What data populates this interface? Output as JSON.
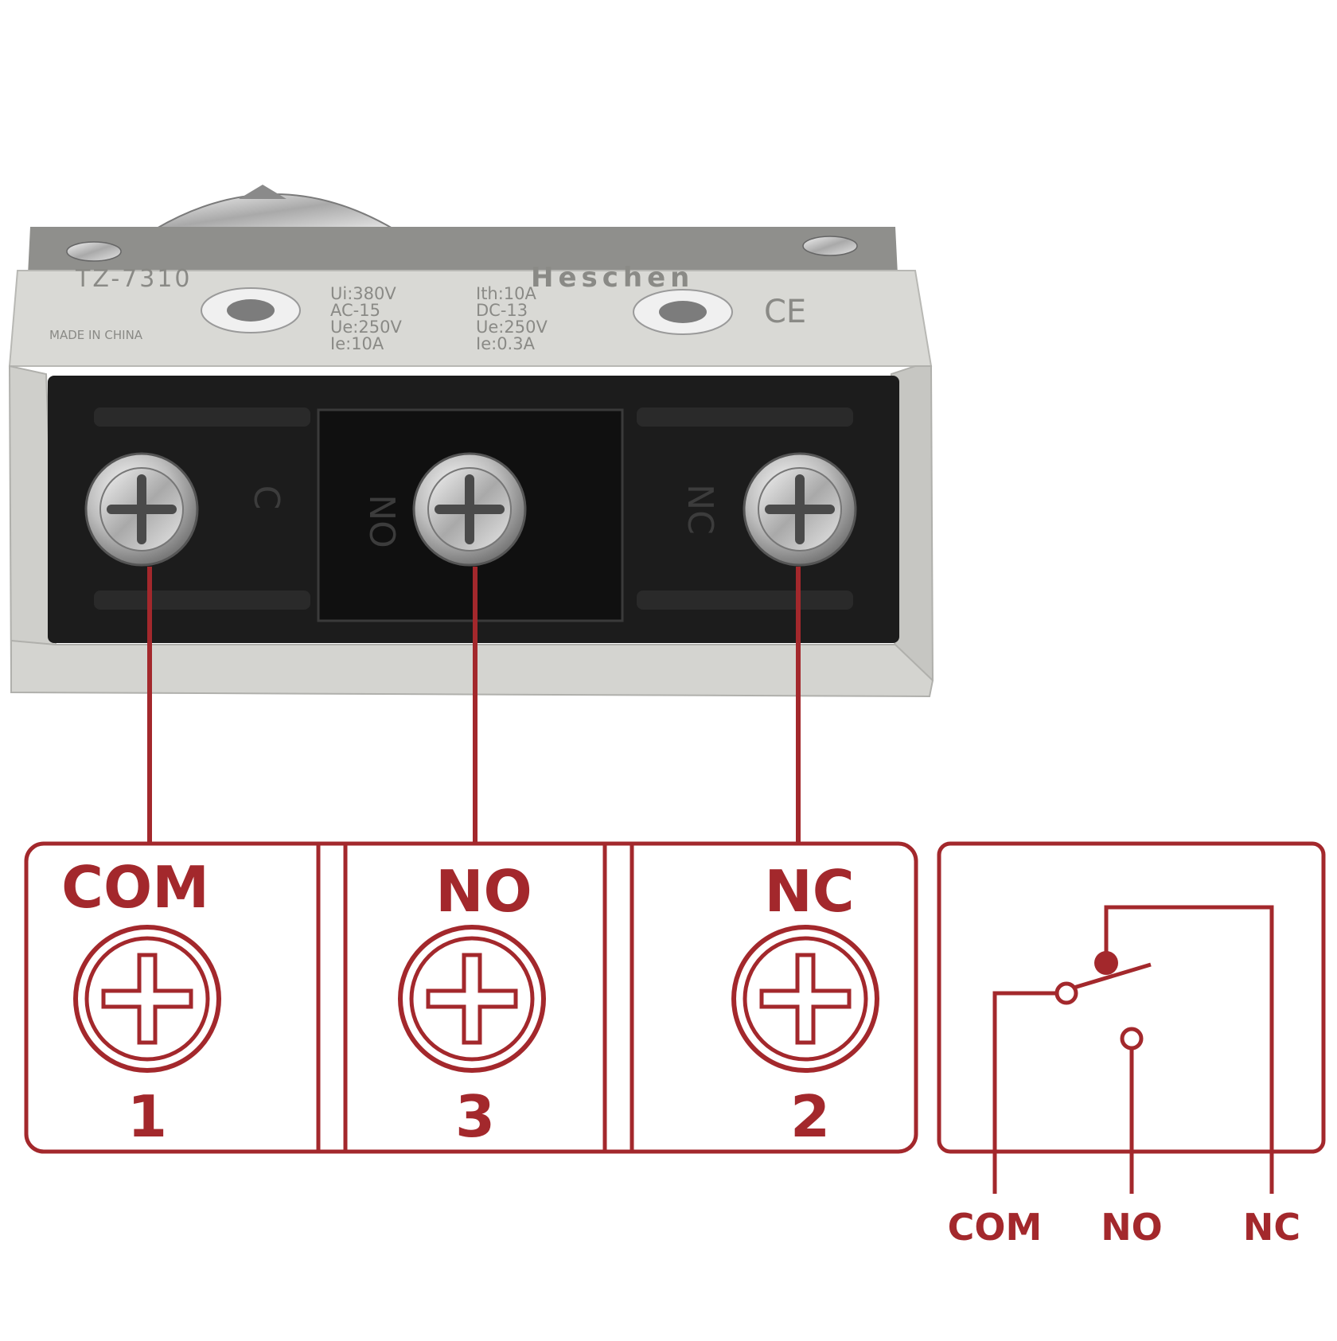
{
  "device": {
    "model": "TZ-7310",
    "brand": "Heschen",
    "cert": "CE",
    "origin": "MADE IN CHINA",
    "ratings": {
      "row1_left": "Ui:380V",
      "row1_right": "Ith:10A",
      "row2_left": "AC-15",
      "row2_right": "DC-13",
      "row3_left": "Ue:250V",
      "row3_right": "Ue:250V",
      "row4_left": "Ie:10A",
      "row4_right": "Ie:0.3A"
    },
    "terminal_marks": {
      "c": "C",
      "no": "NO",
      "nc": "NC"
    }
  },
  "terminals": [
    {
      "label": "COM",
      "number": "1"
    },
    {
      "label": "NO",
      "number": "3"
    },
    {
      "label": "NC",
      "number": "2"
    }
  ],
  "schematic": {
    "com": "COM",
    "no": "NO",
    "nc": "NC"
  },
  "colors": {
    "accent": "#a3282c",
    "housing": "#d9d9d5",
    "housing_dark": "#8f8f8c",
    "terminal_block": "#1c1c1c",
    "metal": "#c8c8c8"
  }
}
